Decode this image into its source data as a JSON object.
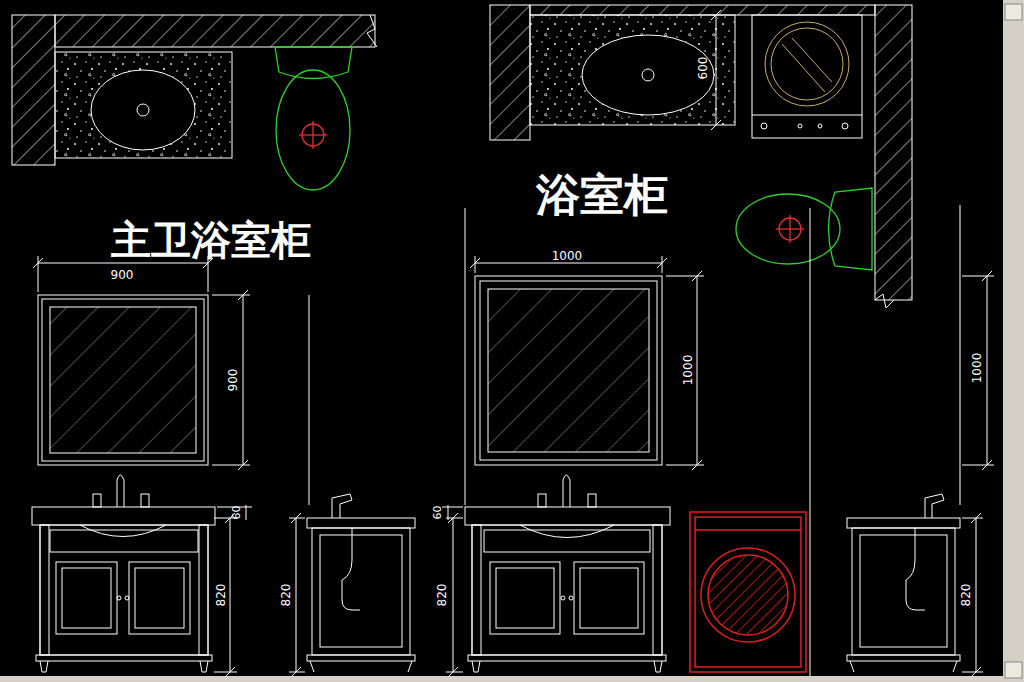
{
  "diagram": {
    "labels": [
      "600",
      "浴室柜",
      "主卫浴室柜",
      "900",
      "1000",
      "900",
      "1000",
      "1000",
      "60",
      "820",
      "820",
      "60",
      "820",
      "820"
    ]
  }
}
